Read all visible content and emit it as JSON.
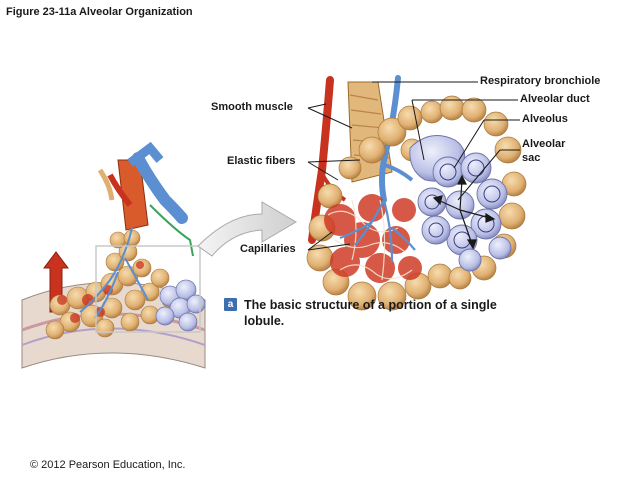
{
  "figure": {
    "title": "Figure 23-11a  Alveolar Organization",
    "copyright": "© 2012 Pearson Education, Inc."
  },
  "labels": {
    "respiratory_bronchiole": "Respiratory bronchiole",
    "alveolar_duct": "Alveolar duct",
    "alveolus": "Alveolus",
    "alveolar_sac_line1": "Alveolar",
    "alveolar_sac_line2": "sac",
    "smooth_muscle": "Smooth muscle",
    "elastic_fibers": "Elastic fibers",
    "capillaries": "Capillaries"
  },
  "caption": {
    "badge": "a",
    "text": "The basic structure of a portion of a single lobule."
  },
  "colors": {
    "artery_red": "#c8321e",
    "vein_blue": "#5b8fd1",
    "alveolus_lavender": "#b9bfe6",
    "tissue_tan": "#e2b77c",
    "badge_blue": "#3d6fb0"
  }
}
